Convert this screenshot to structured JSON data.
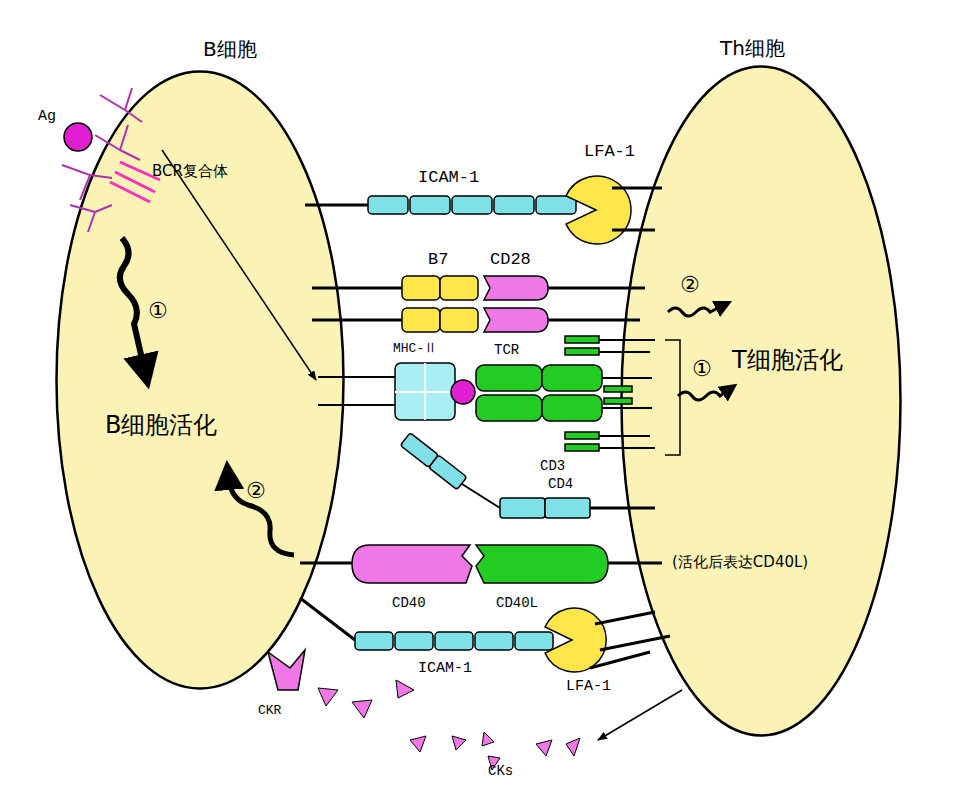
{
  "diagram": {
    "nodes": [
      {
        "text": [
          "B细胞",
          "B细胞活化"
        ]
      },
      {
        "text": [
          "Th细胞",
          "T细胞活化"
        ]
      }
    ],
    "labels": [
      "Ag",
      "BCR复合体",
      "ICAM-1",
      "LFA-1",
      "B7",
      "CD28",
      "MHC-Ⅱ",
      "TCR",
      "CD3",
      "CD4",
      "CD40",
      "CD40L",
      "(活化后表达CD40L)",
      "ICAM-1",
      "LFA-1",
      "CKR",
      "CKs",
      "①",
      "②",
      "②",
      "①"
    ]
  }
}
